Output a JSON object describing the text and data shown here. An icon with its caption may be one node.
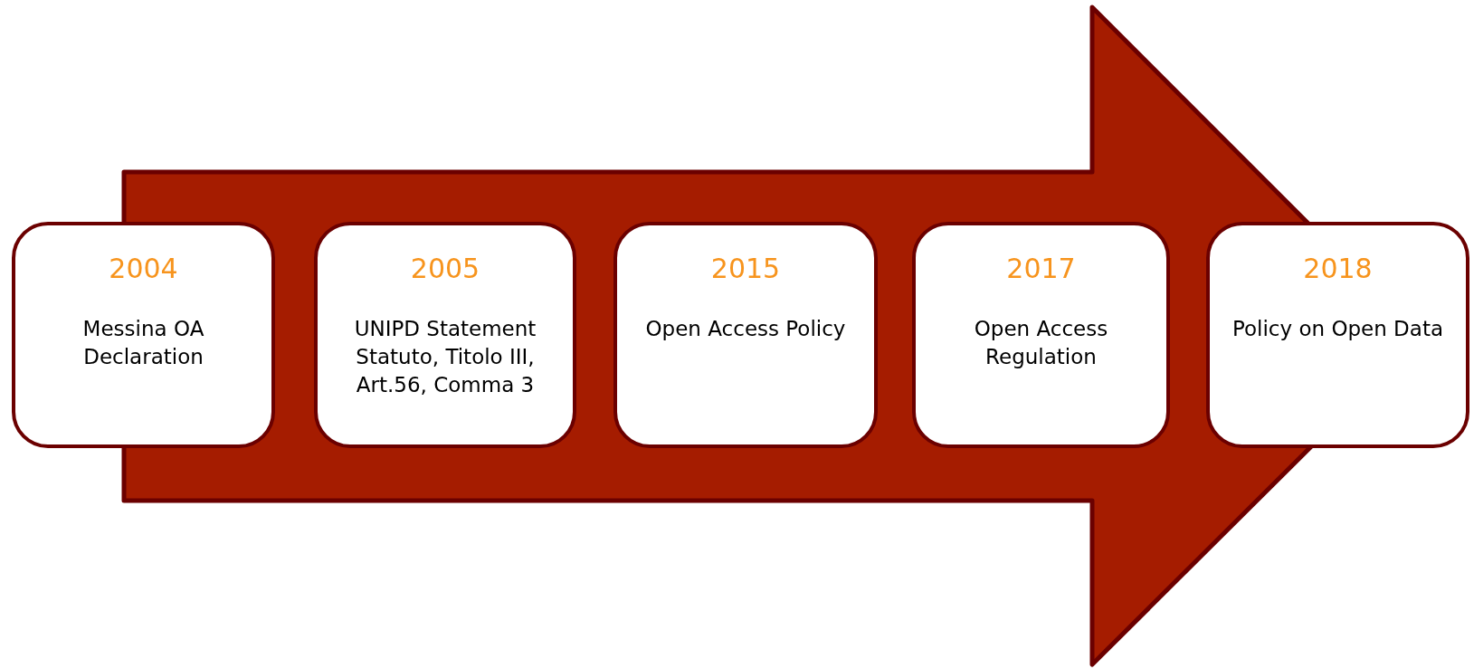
{
  "diagram": {
    "nodes": [
      {
        "text": [
          "2004",
          "Messina OA Declaration"
        ]
      },
      {
        "text": [
          "2005",
          "UNIPD Statement Statuto, Titolo III, Art.56, Comma 3"
        ]
      },
      {
        "text": [
          "2015",
          "Open Access Policy"
        ]
      },
      {
        "text": [
          "2017",
          "Open Access Regulation"
        ]
      },
      {
        "text": [
          "2018",
          "Policy on Open Data"
        ]
      }
    ],
    "edges": [
      {
        "from": 0,
        "to": 4,
        "arrow": "to"
      }
    ]
  }
}
